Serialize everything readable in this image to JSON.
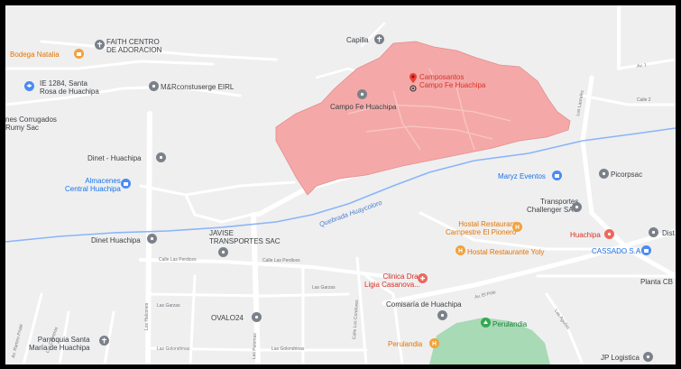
{
  "map": {
    "places": [
      {
        "id": "bodega-natalia",
        "label": "Bodega Natalia",
        "color": "orange",
        "icon": "shopping-bag-icon"
      },
      {
        "id": "faith-centro",
        "label": "FAITH CENTRO\nDE ADORACION",
        "color": "gray",
        "icon": "cross-icon"
      },
      {
        "id": "ie-1284",
        "label": "IE 1284, Santa\nRosa de Huachipa",
        "color": "blue",
        "icon": "school-icon"
      },
      {
        "id": "mr-construserge",
        "label": "M&Rconstuserge EIRL",
        "color": "gray",
        "icon": "place-icon"
      },
      {
        "id": "capilla",
        "label": "Capilla",
        "color": "gray",
        "icon": "cross-icon"
      },
      {
        "id": "camposantos",
        "label": "Camposantos\nCampo Fe Huachipa",
        "color": "red",
        "icon": "map-pin-icon"
      },
      {
        "id": "campo-fe",
        "label": "Campo Fe Huachipa",
        "color": "gray",
        "icon": "place-icon"
      },
      {
        "id": "corrugados",
        "label": "nes Corrugados\nRumy Sac",
        "color": "gray",
        "icon": "place-icon"
      },
      {
        "id": "dinet-huachipa-1",
        "label": "Dinet - Huachipa",
        "color": "gray",
        "icon": "place-icon"
      },
      {
        "id": "almacenes",
        "label": "Almacenes\nCentral Huachipa",
        "color": "blue",
        "icon": "store-icon"
      },
      {
        "id": "maryz",
        "label": "Maryz Eventos",
        "color": "blue",
        "icon": "store-icon"
      },
      {
        "id": "picorpsac",
        "label": "Picorpsac",
        "color": "gray",
        "icon": "place-icon"
      },
      {
        "id": "transportes",
        "label": "Transportes\nChallenger SAC",
        "color": "gray",
        "icon": "place-icon"
      },
      {
        "id": "hostal-campestre",
        "label": "Hostal Restaurant\nCampestre El Pionero",
        "color": "orange",
        "icon": "restaurant-icon"
      },
      {
        "id": "huachipa",
        "label": "Huachipa",
        "color": "red",
        "icon": "place-icon"
      },
      {
        "id": "dist",
        "label": "Dist",
        "color": "gray",
        "icon": "place-icon"
      },
      {
        "id": "dinet-huachipa-2",
        "label": "Dinet Huachipa",
        "color": "gray",
        "icon": "place-icon"
      },
      {
        "id": "javise",
        "label": "JAVISE\nTRANSPORTES SAC",
        "color": "gray",
        "icon": "place-icon"
      },
      {
        "id": "hostal-yoly",
        "label": "Hostal Restaurante Yoly",
        "color": "orange",
        "icon": "restaurant-icon"
      },
      {
        "id": "cassado",
        "label": "CASSADO S.A",
        "color": "blue",
        "icon": "store-icon"
      },
      {
        "id": "clinica",
        "label": "Clinica Dra.\nLigia Casanova...",
        "color": "red",
        "icon": "hospital-icon"
      },
      {
        "id": "planta-cb",
        "label": "Planta CB",
        "color": "gray",
        "icon": "place-icon"
      },
      {
        "id": "comisaria",
        "label": "Comisaría de Huachipa",
        "color": "gray",
        "icon": "place-icon"
      },
      {
        "id": "perulandia-1",
        "label": "Perulandia",
        "color": "green",
        "icon": "park-icon"
      },
      {
        "id": "ovalo24",
        "label": "OVALO24",
        "color": "gray",
        "icon": "place-icon"
      },
      {
        "id": "parroquia",
        "label": "Parroquia Santa\nMaría de Huachipa",
        "color": "gray",
        "icon": "cross-icon"
      },
      {
        "id": "perulandia-2",
        "label": "Perulandia",
        "color": "orange",
        "icon": "restaurant-icon"
      },
      {
        "id": "jp-logistica",
        "label": "JP Logistica",
        "color": "gray",
        "icon": "place-icon"
      }
    ],
    "river_label": "Quebrada Huaycoloro",
    "streets": {
      "av": "Av. 1",
      "calle2": "Calle 2",
      "los_laureles": "Los Laureles",
      "calle_las_perdices_1": "Calle Las Perdices",
      "calle_las_perdices_2": "Calle Las Perdices",
      "las_garzas_1": "Las Garzas",
      "las_garzas_2": "Las Garzas",
      "las_golondrinas_1": "Las Golondrinas",
      "las_golondrinas_2": "Las Golondrinas",
      "av_el_polo": "Av. El Polo",
      "las_aguilas": "Las Aguilas",
      "los_halcones": "Los Halcones",
      "las_palomas": "Las Palomas",
      "calle_los_condores": "Calle Los Condores",
      "av_ramiro_prialé": "Av. Ramiro Prialé",
      "los_cabreros": "Los Cabreros"
    },
    "colors": {
      "background": "#efeff0",
      "cemetery_fill": "#f4a9a8",
      "road": "#ffffff",
      "river": "#8ab4f8",
      "park": "#a8dab5"
    }
  }
}
